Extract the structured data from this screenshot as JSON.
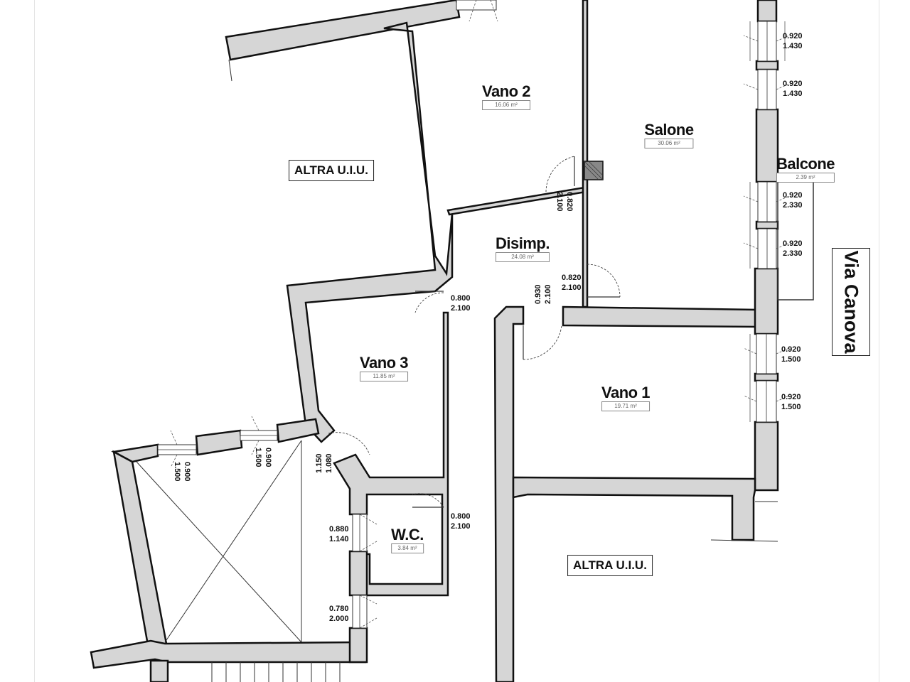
{
  "rooms": {
    "vano2": {
      "name": "Vano 2",
      "area": "16.06 m²"
    },
    "salone": {
      "name": "Salone",
      "area": "30.06 m²"
    },
    "balcone": {
      "name": "Balcone",
      "area": "2.39 m²"
    },
    "disimp": {
      "name": "Disimp.",
      "area": "24.08 m²"
    },
    "vano3": {
      "name": "Vano 3",
      "area": "11.85 m²"
    },
    "vano1": {
      "name": "Vano 1",
      "area": "19.71 m²"
    },
    "wc": {
      "name": "W.C.",
      "area": "3.84 m²"
    }
  },
  "units": {
    "top_left": "ALTRA U.I.U.",
    "bottom_right": "ALTRA U.I.U."
  },
  "street": "Via Canova",
  "dimensions": {
    "win_salone_1": {
      "w": "0.920",
      "h": "1.430"
    },
    "win_salone_2": {
      "w": "0.920",
      "h": "1.430"
    },
    "win_balcone_1": {
      "w": "0.920",
      "h": "2.330"
    },
    "win_balcone_2": {
      "w": "0.920",
      "h": "2.330"
    },
    "door_vano2": {
      "w": "0.820",
      "h": "2.100"
    },
    "door_salone": {
      "w": "0.820",
      "h": "2.100"
    },
    "door_vano3": {
      "w": "0.800",
      "h": "2.100"
    },
    "door_vano1": {
      "w": "0.930",
      "h": "2.100"
    },
    "win_vano1_1": {
      "w": "0.920",
      "h": "1.500"
    },
    "win_vano1_2": {
      "w": "0.920",
      "h": "1.500"
    },
    "win_stair_1": {
      "w": "0.900",
      "h": "1.500"
    },
    "win_stair_2": {
      "w": "0.900",
      "h": "1.500"
    },
    "win_vano3": {
      "w": "1.150",
      "h": "1.080"
    },
    "door_wc": {
      "w": "0.800",
      "h": "2.100"
    },
    "win_wc": {
      "w": "0.880",
      "h": "1.140"
    },
    "win_lower": {
      "w": "0.780",
      "h": "2.000"
    }
  },
  "colors": {
    "wall_fill": "#d6d6d6",
    "wall_stroke": "#111111",
    "line": "#222222"
  }
}
